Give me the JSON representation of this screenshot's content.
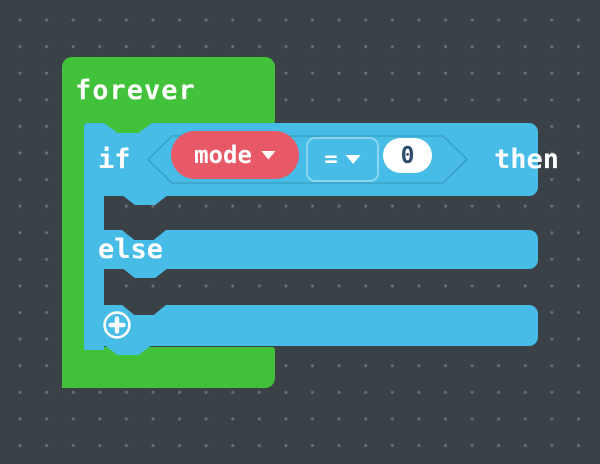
{
  "canvas": {
    "background_color": "#3b4247",
    "dot_color": "#6a7175"
  },
  "blocks": {
    "forever": {
      "label": "forever",
      "color": "#42c13b"
    },
    "if_block": {
      "color": "#46bce6",
      "if_label": "if",
      "then_label": "then",
      "else_label": "else",
      "condition": {
        "variable_dropdown": {
          "label": "mode",
          "color": "#e85968",
          "icon": "caret-down"
        },
        "operator_dropdown": {
          "label": "=",
          "icon": "caret-down"
        },
        "value_field": {
          "value": "0"
        }
      },
      "expand_button": {
        "icon": "plus-circle"
      }
    }
  }
}
